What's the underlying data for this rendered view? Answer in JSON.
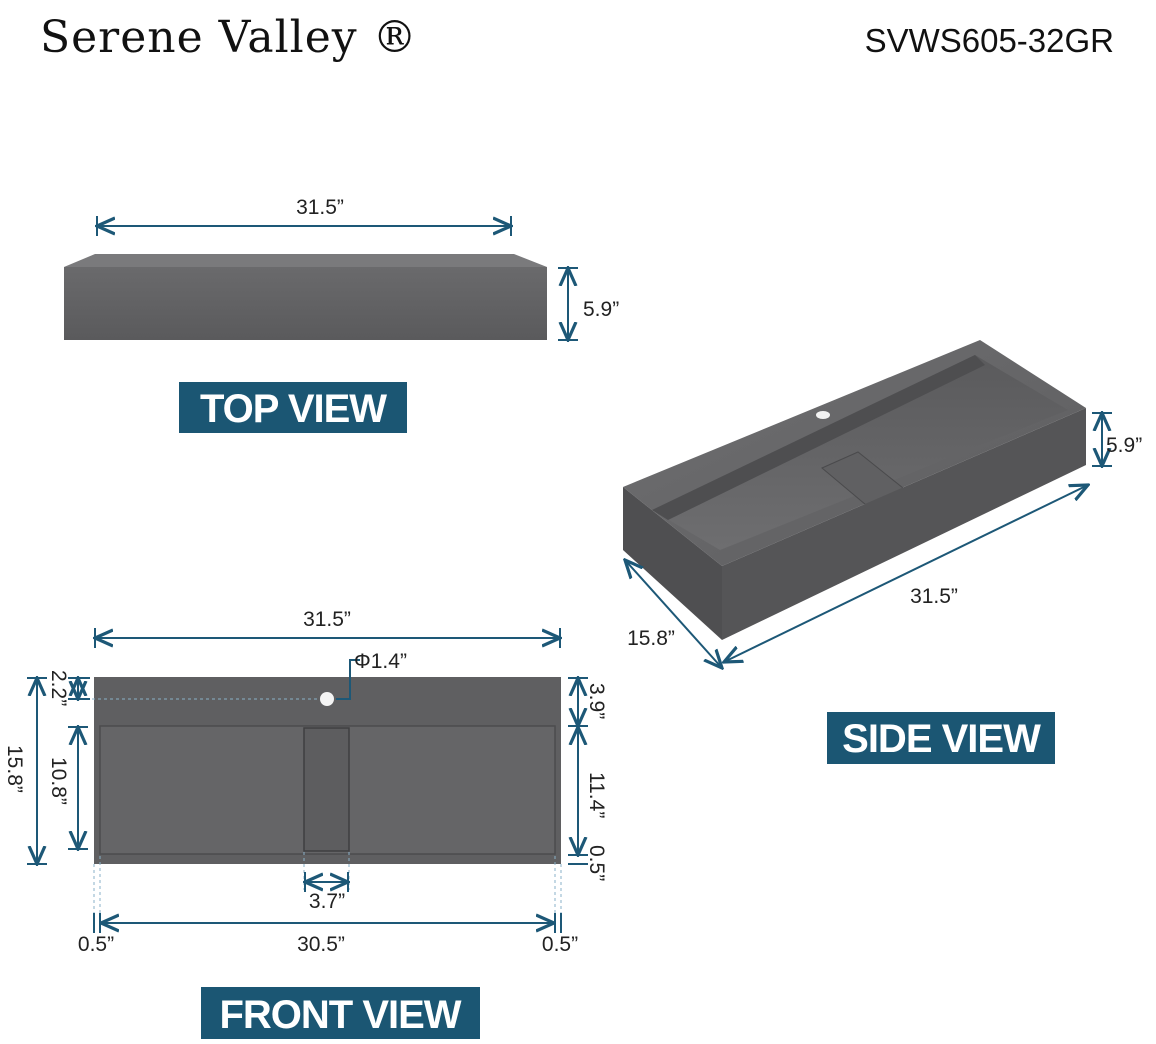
{
  "header": {
    "brand": "Serene Valley ®",
    "model": "SVWS605-32GR"
  },
  "views": {
    "top": "TOP VIEW",
    "side": "SIDE VIEW",
    "front": "FRONT VIEW"
  },
  "top_view": {
    "width": "31.5”",
    "height": "5.9”"
  },
  "side_view": {
    "length": "31.5”",
    "depth": "15.8”",
    "height": "5.9”"
  },
  "front_view": {
    "width": "31.5”",
    "faucet_hole": "Φ1.4”",
    "hole_offset": "2.2”",
    "depth": "15.8”",
    "basin_depth": "10.8”",
    "back_ledge": "3.9”",
    "basin_length": "11.4”",
    "front_lip": "0.5”",
    "drain_width": "3.7”",
    "left_wall": "0.5”",
    "inner_width": "30.5”",
    "right_wall": "0.5”"
  },
  "colors": {
    "sink_gray": "#5f5f61",
    "dimension_blue": "#1d5877",
    "badge_blue": "#1b5673"
  }
}
